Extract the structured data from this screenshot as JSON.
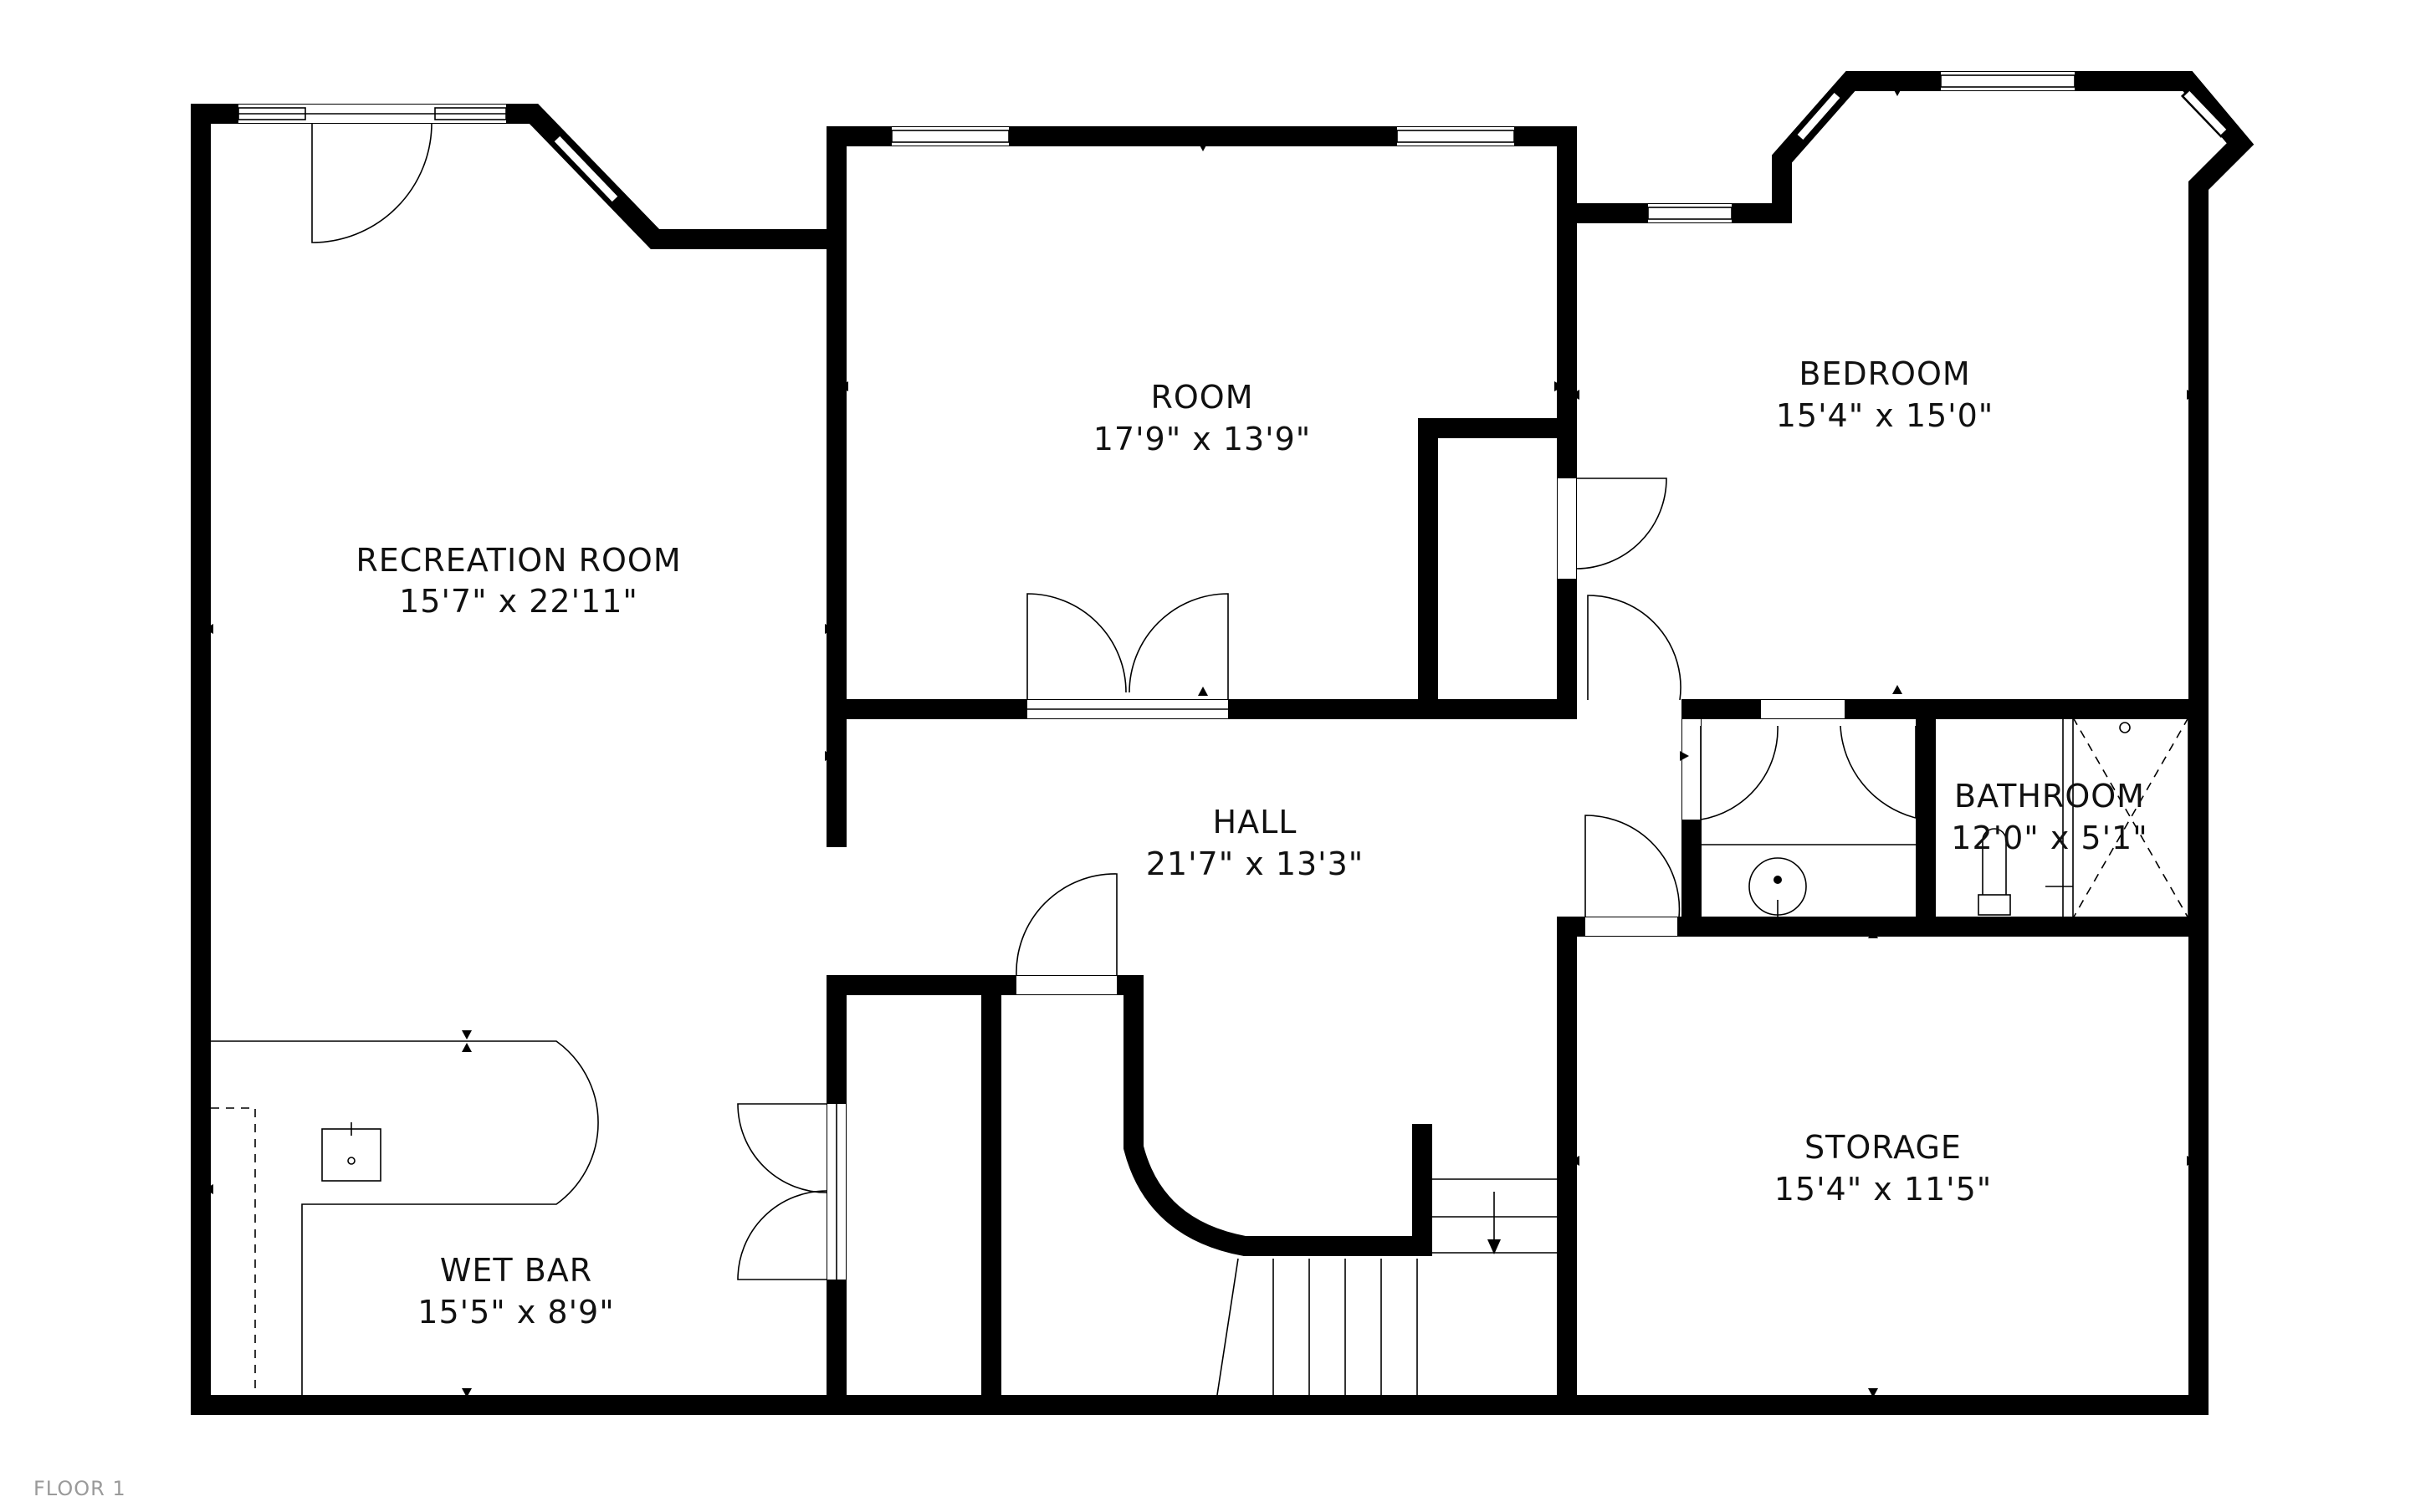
{
  "floor_label": "FLOOR 1",
  "rooms": [
    {
      "name": "RECREATION ROOM",
      "dims": "15'7\" x 22'11\""
    },
    {
      "name": "ROOM",
      "dims": "17'9\" x 13'9\""
    },
    {
      "name": "BEDROOM",
      "dims": "15'4\" x 15'0\""
    },
    {
      "name": "HALL",
      "dims": "21'7\" x 13'3\""
    },
    {
      "name": "BATHROOM",
      "dims": "12'0\" x 5'1\""
    },
    {
      "name": "WET BAR",
      "dims": "15'5\" x 8'9\""
    },
    {
      "name": "STORAGE",
      "dims": "15'4\" x 11'5\""
    }
  ],
  "colors": {
    "wall": "#000000",
    "background": "#ffffff",
    "floor_label": "#9a9a9a"
  }
}
